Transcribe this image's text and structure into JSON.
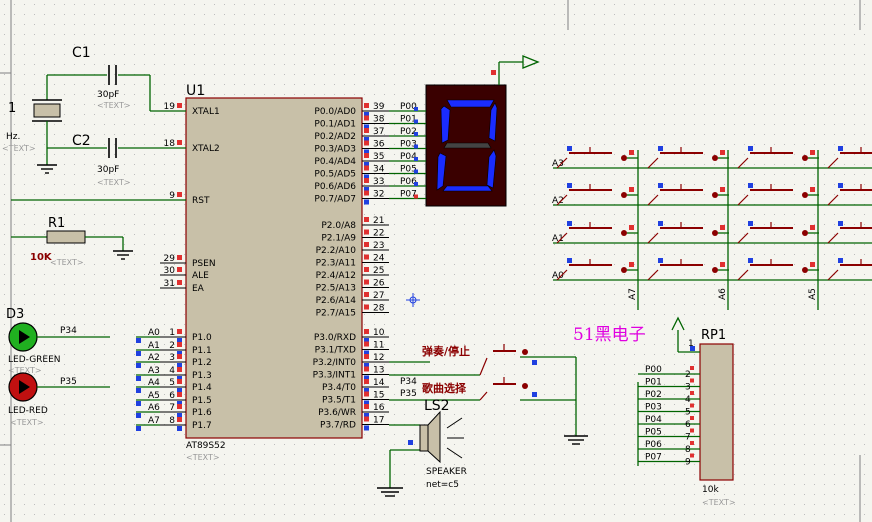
{
  "colors": {
    "wire": "#006400",
    "body": "#c8c0a8",
    "outline": "#8b0000",
    "pin_red": "#e03030",
    "pin_blue": "#2040e0",
    "segment": "#1a2cff",
    "display_bg": "#3a0000",
    "chinese": "#e000e0",
    "grid_dot": "#bcbcbc",
    "led_green": "#20b020",
    "led_red": "#c01010"
  },
  "u1": {
    "ref": "U1",
    "part": "AT89S52",
    "text": "<TEXT>",
    "left_pins": [
      {
        "num": "19",
        "name": "XTAL1"
      },
      {
        "num": "18",
        "name": "XTAL2"
      },
      {
        "num": "9",
        "name": "RST"
      },
      {
        "num": "29",
        "name": "PSEN"
      },
      {
        "num": "30",
        "name": "ALE"
      },
      {
        "num": "31",
        "name": "EA"
      },
      {
        "num": "1",
        "name": "P1.0"
      },
      {
        "num": "2",
        "name": "P1.1"
      },
      {
        "num": "3",
        "name": "P1.2"
      },
      {
        "num": "4",
        "name": "P1.3"
      },
      {
        "num": "5",
        "name": "P1.4"
      },
      {
        "num": "6",
        "name": "P1.5"
      },
      {
        "num": "7",
        "name": "P1.6"
      },
      {
        "num": "8",
        "name": "P1.7"
      }
    ],
    "right_pins": [
      {
        "num": "39",
        "name": "P0.0/AD0"
      },
      {
        "num": "38",
        "name": "P0.1/AD1"
      },
      {
        "num": "37",
        "name": "P0.2/AD2"
      },
      {
        "num": "36",
        "name": "P0.3/AD3"
      },
      {
        "num": "35",
        "name": "P0.4/AD4"
      },
      {
        "num": "34",
        "name": "P0.5/AD5"
      },
      {
        "num": "33",
        "name": "P0.6/AD6"
      },
      {
        "num": "32",
        "name": "P0.7/AD7"
      },
      {
        "num": "21",
        "name": "P2.0/A8"
      },
      {
        "num": "22",
        "name": "P2.1/A9"
      },
      {
        "num": "23",
        "name": "P2.2/A10"
      },
      {
        "num": "24",
        "name": "P2.3/A11"
      },
      {
        "num": "25",
        "name": "P2.4/A12"
      },
      {
        "num": "26",
        "name": "P2.5/A13"
      },
      {
        "num": "27",
        "name": "P2.6/A14"
      },
      {
        "num": "28",
        "name": "P2.7/A15"
      },
      {
        "num": "10",
        "name": "P3.0/RXD"
      },
      {
        "num": "11",
        "name": "P3.1/TXD"
      },
      {
        "num": "12",
        "name": "P3.2/INT0"
      },
      {
        "num": "13",
        "name": "P3.3/INT1"
      },
      {
        "num": "14",
        "name": "P3.4/T0"
      },
      {
        "num": "15",
        "name": "P3.5/T1"
      },
      {
        "num": "16",
        "name": "P3.6/WR"
      },
      {
        "num": "17",
        "name": "P3.7/RD"
      }
    ],
    "p1_nets": [
      "A0",
      "A1",
      "A2",
      "A3",
      "A4",
      "A5",
      "A6",
      "A7"
    ],
    "p0_nets": [
      "P00",
      "P01",
      "P02",
      "P03",
      "P04",
      "P05",
      "P06",
      "P07"
    ],
    "p3_nets": [
      "P34",
      "P35"
    ]
  },
  "c1": {
    "ref": "C1",
    "value": "30pF",
    "text": "<TEXT>"
  },
  "c2": {
    "ref": "C2",
    "value": "30pF",
    "text": "<TEXT>"
  },
  "crystal": {
    "ref": "1",
    "freq": "Hz.",
    "text": "<TEXT>"
  },
  "r1": {
    "ref": "R1",
    "value": "10K",
    "text": "<TEXT>"
  },
  "d3": {
    "ref": "D3",
    "color_label": "LED-GREEN",
    "text": "<TEXT>",
    "net": "P34"
  },
  "d_red": {
    "color_label": "LED-RED",
    "text": "<TEXT>",
    "net": "P35"
  },
  "buttons": {
    "play_pause": "弹奏/停止",
    "song_select": "歌曲选择"
  },
  "speaker": {
    "ref": "LS2",
    "part": "SPEAKER",
    "net": "net=c5"
  },
  "rp1": {
    "ref": "RP1",
    "value": "10k",
    "text": "<TEXT>",
    "pins": [
      {
        "net": "P00",
        "num": "2"
      },
      {
        "net": "P01",
        "num": "3"
      },
      {
        "net": "P02",
        "num": "4"
      },
      {
        "net": "P03",
        "num": "5"
      },
      {
        "net": "P04",
        "num": "6"
      },
      {
        "net": "P05",
        "num": "7"
      },
      {
        "net": "P06",
        "num": "8"
      },
      {
        "net": "P07",
        "num": "9"
      }
    ],
    "pin1": "1"
  },
  "brand": "51黑电子",
  "keypad": {
    "row_labels": [
      "A3",
      "A2",
      "A1",
      "A0"
    ],
    "col_labels": [
      "A7",
      "A6",
      "A5"
    ]
  }
}
